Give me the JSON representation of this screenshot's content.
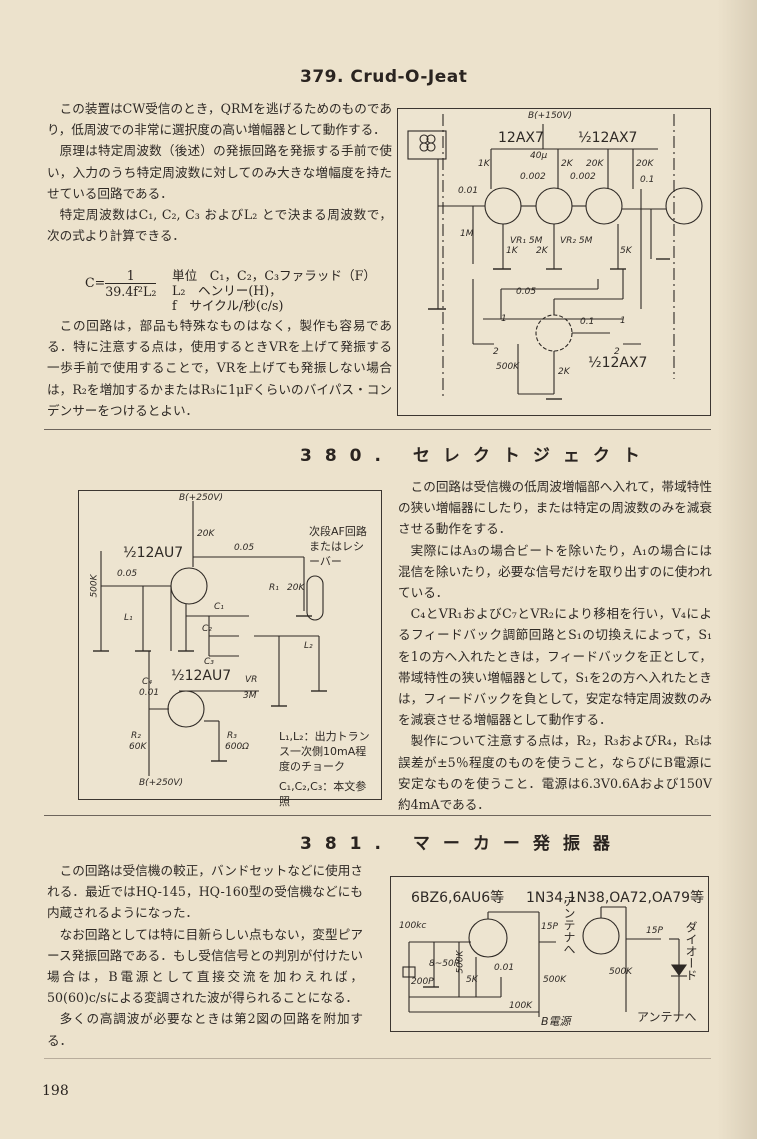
{
  "page_number": "198",
  "section379": {
    "title": "379. Crud-O-Jeat",
    "paragraphs": [
      "この装置はCW受信のとき，QRMを逃げるためのものであり，低周波での非常に選択度の高い増幅器として動作する．",
      "原理は特定周波数（後述）の発振回路を発振する手前で使い，入力のうち特定周波数に対してのみ大きな増幅度を持たせている回路である．",
      "特定周波数はC₁, C₂, C₃ およびL₂ とで決まる周波数で，次の式より計算できる．"
    ],
    "formula": {
      "lhs": "C=",
      "numerator": "1",
      "denominator": "39.4f²L₂",
      "units": [
        "単位　C₁，C₂，C₃ファラッド（F）",
        "L₂　ヘンリー(H)，",
        "f　サイクル/秒(c/s)"
      ]
    },
    "paragraphs_after": [
      "この回路は，部品も特殊なものはなく，製作も容易である．特に注意する点は，使用するときVRを上げて発振する一歩手前で使用することで，VRを上げても発振しない場合は，R₂を増加するかまたはR₃に1μFくらいのバイパス・コンデンサーをつけるとよい．"
    ],
    "schematic": {
      "supply": "B(+150V)",
      "tube_a": "12AX7",
      "tube_b": "½12AX7",
      "tube_c": "½12AX7",
      "c_40u": "40μ",
      "r_1k_a": "1K",
      "r_2k_a": "2K",
      "r_20k_a": "20K",
      "r_20k_b": "20K",
      "c_0002_a": "0.002",
      "c_0002_b": "0.002",
      "c_001": "0.01",
      "c_01_a": "0.1",
      "r_1m": "1M",
      "vr1": "VR₁ 5M",
      "vr2": "VR₂ 5M",
      "r_1k_b": "1K",
      "r_2k_b": "2K",
      "r_5k": "5K",
      "c_005": "0.05",
      "sw1_left": "1",
      "sw2_left": "2",
      "sw1_right": "1",
      "sw2_right": "2",
      "c_01_b": "0.1",
      "r_500k": "500K",
      "r_2k_c": "2K"
    }
  },
  "section380": {
    "title": "380. セレクトジェクト",
    "paragraphs": [
      "この回路は受信機の低周波増幅部へ入れて，帯域特性の狭い増幅器にしたり，または特定の周波数のみを減衰させる動作をする．",
      "実際にはA₃の場合ビートを除いたり，A₁の場合には混信を除いたり，必要な信号だけを取り出すのに使われている．",
      "C₄とVR₁およびC₇とVR₂により移相を行い，V₄によるフィードバック調節回路とS₁の切換えによって，S₁を1の方へ入れたときは，フィードバックを正として，帯域特性の狭い増幅器として，S₁を2の方へ入れたときは，フィードバックを負として，安定な特定周波数のみを減衰させる増幅器として動作する．",
      "製作について注意する点は，R₂，R₃およびR₄，R₅は誤差が±5％程度のものを使うこと，ならびにB電源に安定なものを使うこと．電源は6.3V0.6Aおよび150V約4mAである．"
    ],
    "schematic": {
      "supply_top": "B(+250V)",
      "r_20k_plate": "20K",
      "tube_top": "½12AU7",
      "c_005_out": "0.05",
      "next_stage": "次段AF回路またはレシーバー",
      "r_500k": "500K",
      "c_005_in": "0.05",
      "r1": "R₁",
      "r1_value": "20K",
      "l1": "L₁",
      "c1": "C₁",
      "c2": "C₂",
      "c3": "C₃",
      "l2": "L₂",
      "c4": "C₄",
      "c4_value": "0.01",
      "tube_bottom": "½12AU7",
      "vr": "VR",
      "vr_value": "3M",
      "r2": "R₂",
      "r2_value": "60K",
      "r3": "R₃",
      "r3_value": "600Ω",
      "supply_bottom": "B(+250V)",
      "note_l": "L₁,L₂：出力トランス一次側10mA程度のチョーク",
      "note_c": "C₁,C₂,C₃：本文参照"
    }
  },
  "section381": {
    "title": "381. マーカー発振器",
    "paragraphs": [
      "この回路は受信機の較正，バンドセットなどに使用される．最近ではHQ-145，HQ-160型の受信機などにも内蔵されるようになった．",
      "なお回路としては特に目新らしい点もない，変型ピアース発振回路である．もし受信信号との判別が付けたい場合は，B電源として直接交流を加わえれば，50(60)c/sによる変調された波が得られることになる．",
      "多くの高調波が必要なときは第2図の回路を附加する．"
    ],
    "schematic": {
      "tube_types": "6BZ6,6AU6等",
      "diode_types": "1N34,1N38,OA72,OA79等",
      "crystal": "100kc",
      "c_15p_a": "15P",
      "antenna_a": "アンテナへ",
      "c_trim": "8~50P",
      "r_500k_grid": "500K",
      "c_200p": "200P",
      "r_5k": "5K",
      "c_001": "0.01",
      "r_500k_plate": "500K",
      "r_100k": "100K",
      "b_supply": "B電源",
      "c_15p_b": "15P",
      "r_500k_b": "500K",
      "diode": "ダイオード",
      "antenna_b": "アンテナへ"
    }
  }
}
